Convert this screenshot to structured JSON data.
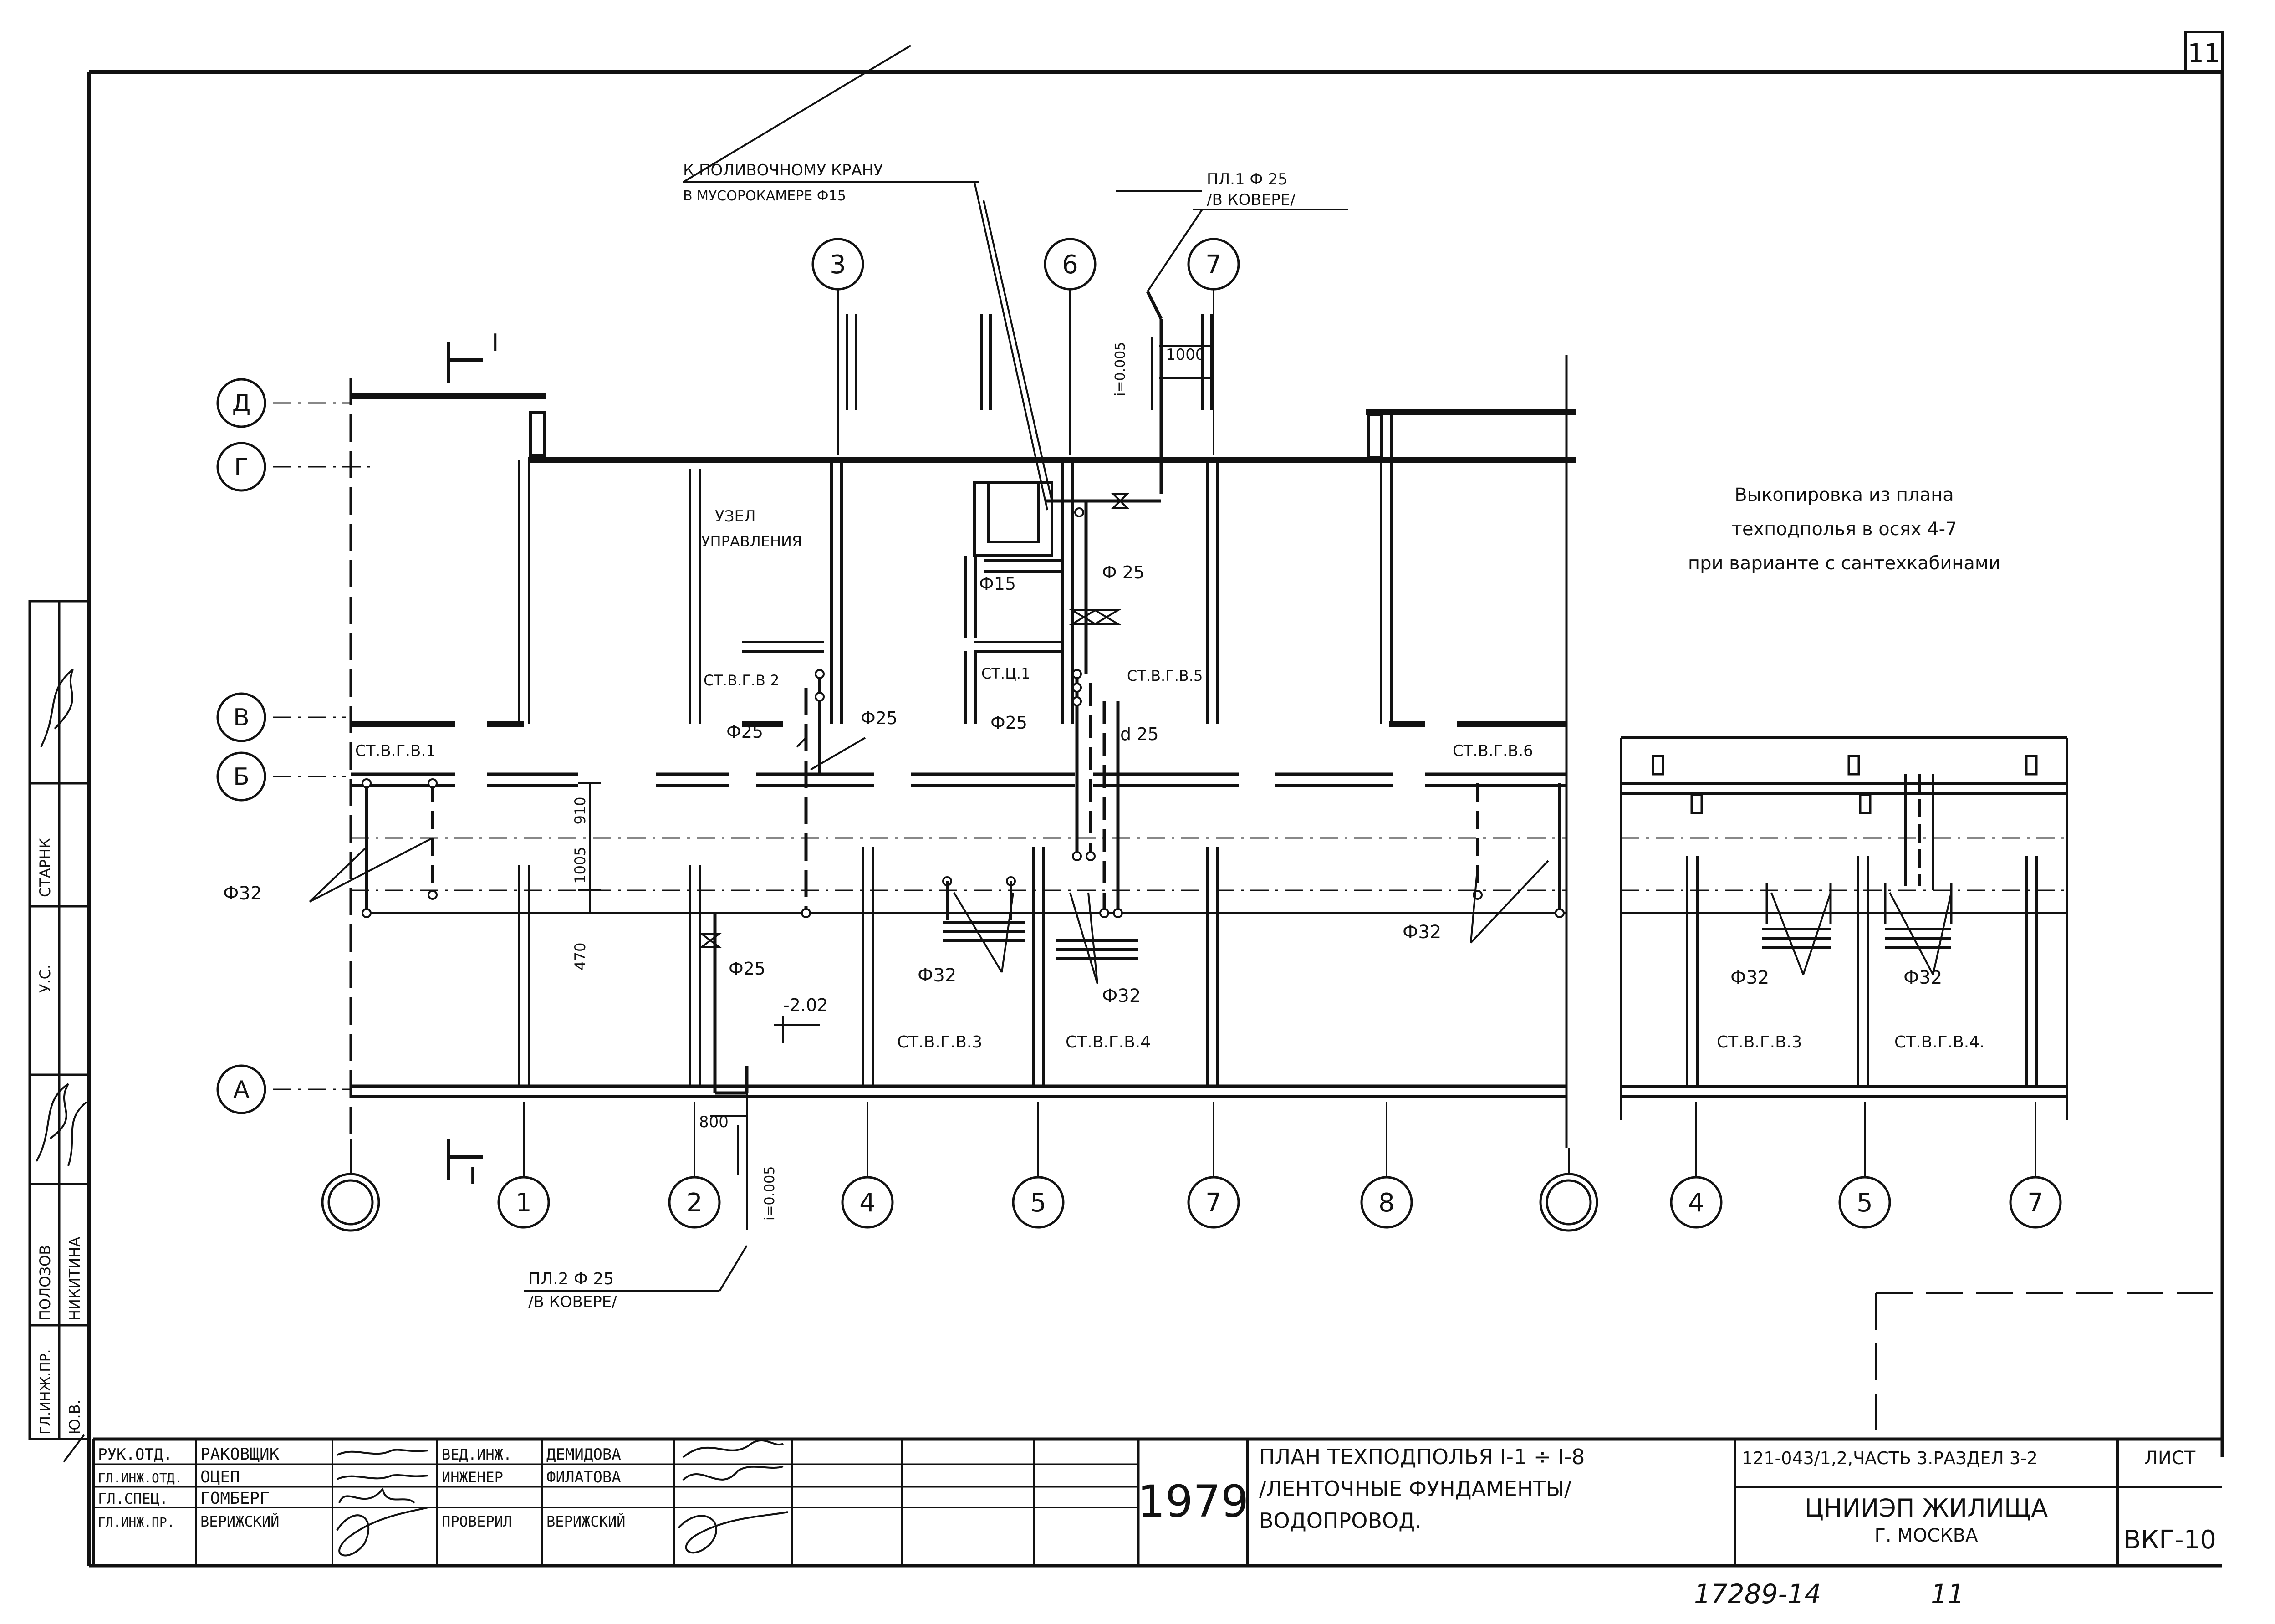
{
  "sheet_no": "11",
  "axes": {
    "rows": [
      "Д",
      "Г",
      "В",
      "Б",
      "А"
    ],
    "bottom_main": [
      "1",
      "2",
      "4",
      "5",
      "7",
      "8"
    ],
    "top": [
      "3",
      "6",
      "7"
    ],
    "bottom_extract": [
      "4",
      "5",
      "7"
    ]
  },
  "labels": {
    "polivka_1": "К ПОЛИВОЧНОМУ КРАНУ",
    "polivka_2": "В МУСОРОКАМЕРЕ Ф15",
    "pl1_a": "ПЛ.1 Ф 25",
    "pl1_b": "/В КОВЕРЕ/",
    "pl2_a": "ПЛ.2 Ф 25",
    "pl2_b": "/В КОВЕРЕ/",
    "uzel_1": "УЗЕЛ",
    "uzel_2": "УПРАВЛЕНИЯ",
    "phi15": "Ф15",
    "phi25": "Ф25",
    "phi25_b": "Ф 25",
    "d25": "d 25",
    "phi32": "Ф32",
    "phi32_b": "Ф 32",
    "st_1": "СТ.В.Г.В.1",
    "st_2": "СТ.В.Г.В 2",
    "st_3": "СТ.В.Г.В.3",
    "st_4": "СТ.В.Г.В.4",
    "st_4b": "СТ.В.Г.В.4.",
    "st_5": "СТ.В.Г.В.5",
    "st_6": "СТ.В.Г.В.6",
    "st_c1": "СТ.Ц.1",
    "i_top": "i=0.005",
    "i_bottom": "i=0.005",
    "dim_1000": "1000",
    "dim_800": "800",
    "dim_470": "470",
    "dim_1005": "1005",
    "dim_910": "910",
    "level": "-2.02",
    "section": "I",
    "extract_1": "Выкопировка из плана",
    "extract_2": "техподполья в осях 4-7",
    "extract_3": "при варианте с сантехкабинами"
  },
  "left_strip": [
    "ГЛ.ИНЖ.ПР.",
    "ПОЛОЗОВ",
    "Ю.В.",
    "НИКИТИНА",
    "У.С.",
    "СТАРНК"
  ],
  "title_block": {
    "roles": [
      "РУК.ОТД.",
      "ГЛ.ИНЖ.ОТД.",
      "ГЛ.СПЕЦ.",
      "ГЛ.ИНЖ.ПР."
    ],
    "names": [
      "РАКОВЩИК",
      "ОЦЕП",
      "ГОМБЕРГ",
      "ВЕРИЖСКИЙ"
    ],
    "roles2": [
      "ВЕД.ИНЖ.",
      "ИНЖЕНЕР",
      "ПРОВЕРИЛ"
    ],
    "names2": [
      "ДЕМИДОВА",
      "ФИЛАТОВА",
      "ВЕРИЖСКИЙ"
    ],
    "year": "1979",
    "title_1": "ПЛАН ТЕХПОДПОЛЬЯ I-1 ÷ I-8",
    "title_2": "/ЛЕНТОЧНЫЕ ФУНДАМЕНТЫ/",
    "title_3": "ВОДОПРОВОД.",
    "code": "121-043/1,2,ЧАСТЬ 3.РАЗДЕЛ 3-2",
    "sheet_label": "ЛИСТ",
    "org": "ЦНИИЭП ЖИЛИЩА",
    "city": "Г. МОСКВА",
    "sheet_code": "ВКГ-10"
  },
  "footer": {
    "archive": "17289-14",
    "num": "11"
  }
}
